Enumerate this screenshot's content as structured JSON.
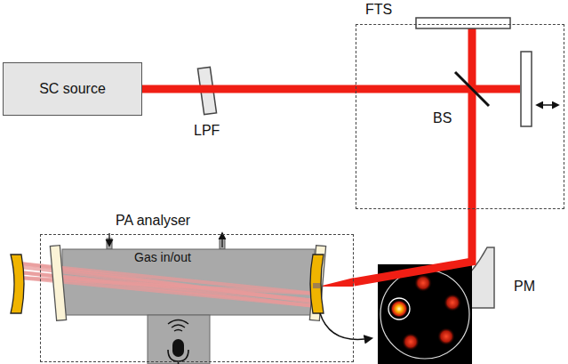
{
  "diagram": {
    "nodes": [
      {
        "text": [
          "SC source"
        ]
      },
      {
        "text": [
          "FTS"
        ]
      },
      {
        "text": [
          "PA analyser"
        ]
      }
    ],
    "edges": [
      {
        "from": 0,
        "to": 1,
        "arrow": "none"
      },
      {
        "from": 1,
        "to": 2,
        "arrow": "none"
      }
    ],
    "labels": [
      "LPF",
      "BS",
      "Gas in/out",
      "PM"
    ]
  }
}
